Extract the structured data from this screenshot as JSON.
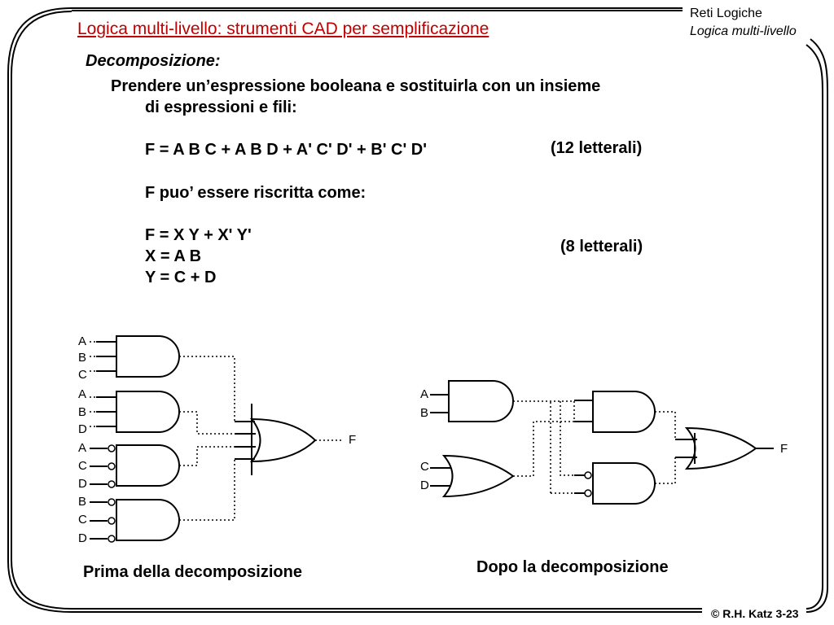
{
  "header": {
    "title": "Logica multi-livello: strumenti CAD per semplificazione",
    "course": "Reti Logiche",
    "topic": "Logica multi-livello"
  },
  "content": {
    "section": "Decomposizione:",
    "intro_line1": "Prendere un’espressione booleana e sostituirla con un insieme",
    "intro_line2": "di espressioni e fili:",
    "expr1": "F = A B C  +  A B D  +  A' C' D'  +  B' C' D'",
    "expr1_count": "(12 letterali)",
    "rewrite": "F puo’ essere riscritta come:",
    "expr2_f": "F = X Y  +  X' Y'",
    "expr2_x": "X = A B",
    "expr2_y": "Y = C + D",
    "expr2_count": "(8 letterali)"
  },
  "diagram_before": {
    "caption": "Prima della decomposizione",
    "inputs": [
      "A",
      "B",
      "C",
      "A",
      "B",
      "D",
      "A",
      "C",
      "D",
      "B",
      "C",
      "D"
    ],
    "output": "F"
  },
  "diagram_after": {
    "caption": "Dopo la decomposizione",
    "inputs": [
      "A",
      "B",
      "C",
      "D"
    ],
    "output": "F"
  },
  "footer": {
    "copyright": "© R.H. Katz 3-23"
  }
}
